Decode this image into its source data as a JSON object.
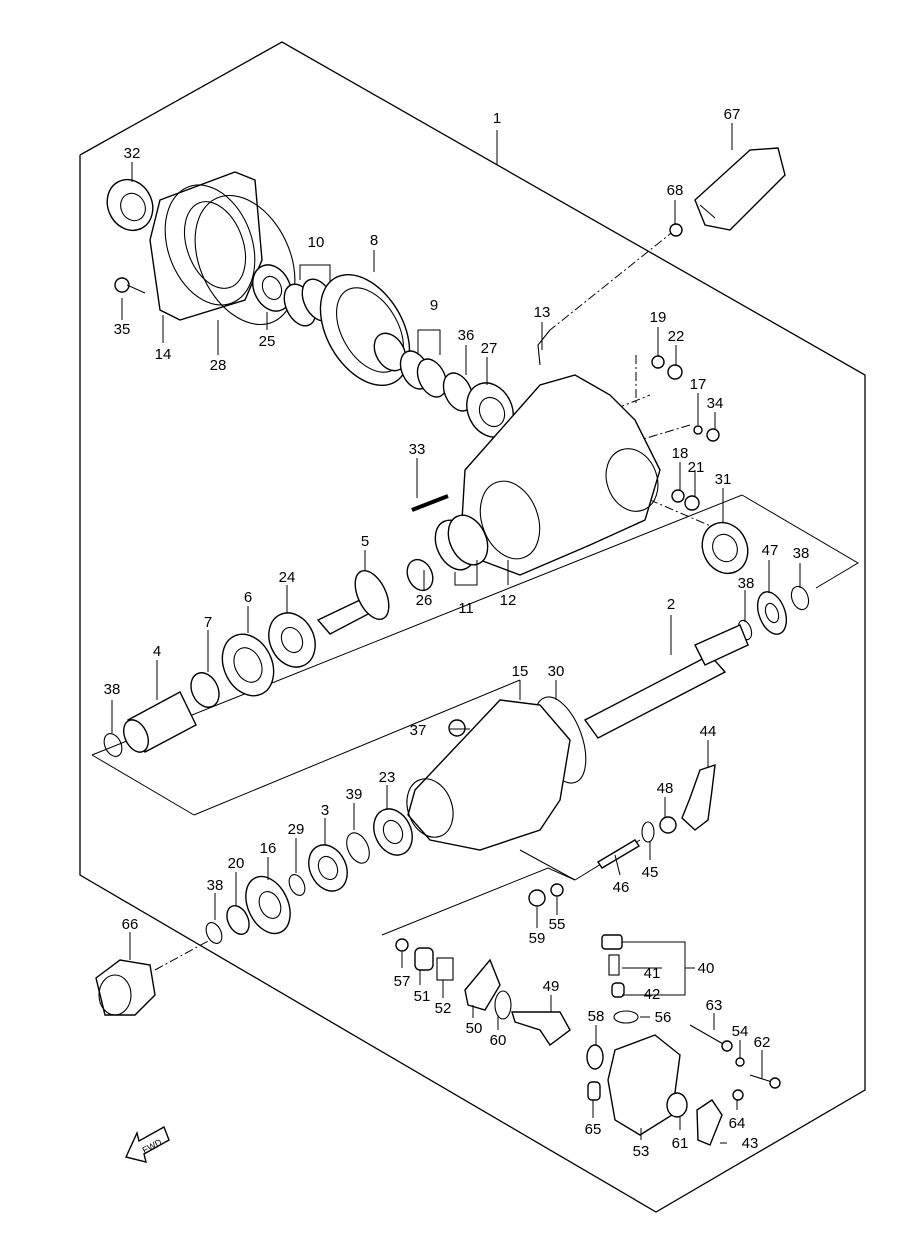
{
  "labels": {
    "p1": "1",
    "p2": "2",
    "p3": "3",
    "p4": "4",
    "p5": "5",
    "p6": "6",
    "p7": "7",
    "p8": "8",
    "p9": "9",
    "p10": "10",
    "p11": "11",
    "p12": "12",
    "p13": "13",
    "p14": "14",
    "p15": "15",
    "p16": "16",
    "p17": "17",
    "p18": "18",
    "p19": "19",
    "p20": "20",
    "p21": "21",
    "p22": "22",
    "p23": "23",
    "p24": "24",
    "p25": "25",
    "p26": "26",
    "p27": "27",
    "p28": "28",
    "p29": "29",
    "p30": "30",
    "p31": "31",
    "p32": "32",
    "p33": "33",
    "p34": "34",
    "p35": "35",
    "p36": "36",
    "p37": "37",
    "p38a": "38",
    "p38b": "38",
    "p38c": "38",
    "p38d": "38",
    "p39": "39",
    "p40": "40",
    "p41": "41",
    "p42": "42",
    "p43": "43",
    "p44": "44",
    "p45": "45",
    "p46": "46",
    "p47": "47",
    "p48": "48",
    "p49": "49",
    "p50": "50",
    "p51": "51",
    "p52": "52",
    "p53": "53",
    "p54": "54",
    "p55": "55",
    "p56": "56",
    "p57": "57",
    "p58": "58",
    "p59": "59",
    "p60": "60",
    "p61": "61",
    "p62": "62",
    "p63": "63",
    "p64": "64",
    "p65": "65",
    "p66": "66",
    "p67": "67",
    "p68": "68"
  },
  "fwd_label": "FWD"
}
